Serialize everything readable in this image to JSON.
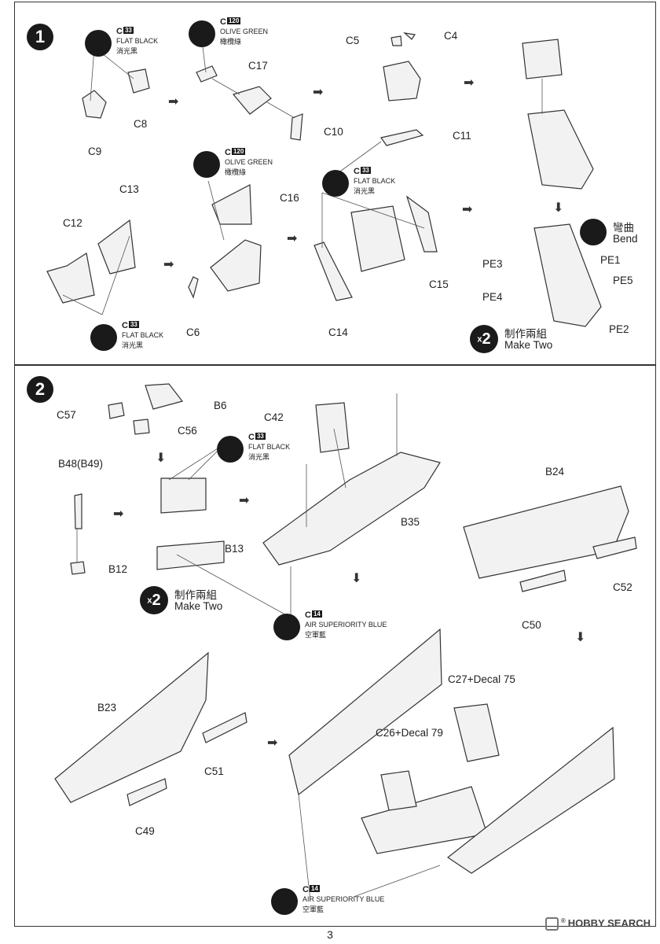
{
  "page_number": "3",
  "watermark": "HOBBY SEARCH",
  "watermark_mark": "®",
  "arrow_glyph": "➡",
  "down_arrow_glyph": "⬇",
  "step1": {
    "number": "1",
    "paints": [
      {
        "code": "C",
        "num": "33",
        "name": "FLAT BLACK",
        "cn": "消光黑"
      },
      {
        "code": "C",
        "num": "120",
        "name": "OLIVE GREEN",
        "cn": "橄欖綠"
      },
      {
        "code": "C",
        "num": "120",
        "name": "OLIVE GREEN",
        "cn": "橄欖綠"
      },
      {
        "code": "C",
        "num": "33",
        "name": "FLAT BLACK",
        "cn": "消光黑"
      },
      {
        "code": "C",
        "num": "33",
        "name": "FLAT BLACK",
        "cn": "消光黑"
      }
    ],
    "labels": {
      "c8": "C8",
      "c9": "C9",
      "c17": "C17",
      "c10": "C10",
      "c5": "C5",
      "c4": "C4",
      "c11": "C11",
      "c13": "C13",
      "c12": "C12",
      "c16": "C16",
      "c6": "C6",
      "c14": "C14",
      "c15": "C15",
      "pe3": "PE3",
      "pe1": "PE1",
      "pe5": "PE5",
      "pe4": "PE4",
      "pe2": "PE2"
    },
    "bend": {
      "cn": "彎曲",
      "en": "Bend"
    },
    "make": {
      "x": "x",
      "count": "2",
      "cn": "制作兩組",
      "en": "Make Two"
    }
  },
  "step2": {
    "number": "2",
    "paints": [
      {
        "code": "C",
        "num": "33",
        "name": "FLAT BLACK",
        "cn": "消光黑"
      },
      {
        "code": "C",
        "num": "14",
        "name": "AIR SUPERIORITY BLUE",
        "cn": "空軍藍"
      },
      {
        "code": "C",
        "num": "14",
        "name": "AIR SUPERIORITY BLUE",
        "cn": "空軍藍"
      }
    ],
    "labels": {
      "b6": "B6",
      "c57": "C57",
      "c56": "C56",
      "b48": "B48(B49)",
      "b12": "B12",
      "b13": "B13",
      "c42": "C42",
      "b35": "B35",
      "b24": "B24",
      "c52": "C52",
      "c50": "C50",
      "b23": "B23",
      "c51": "C51",
      "c49": "C49",
      "c27": "C27+Decal 75",
      "c26": "C26+Decal 79"
    },
    "make": {
      "x": "x",
      "count": "2",
      "cn": "制作兩組",
      "en": "Make Two"
    }
  }
}
